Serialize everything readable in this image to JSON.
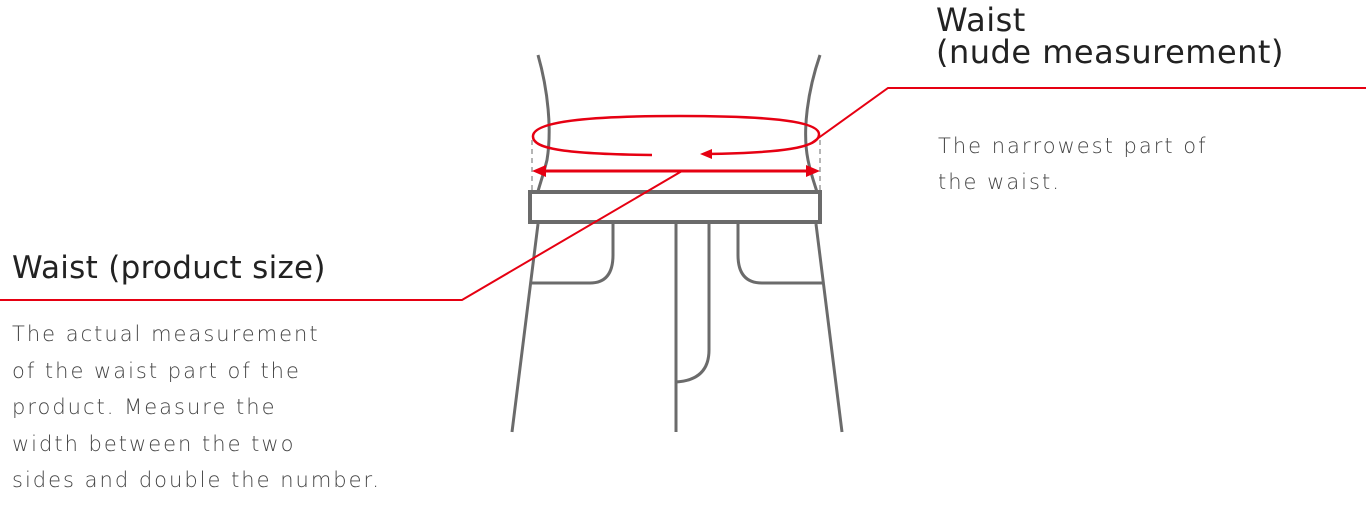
{
  "nude_label": {
    "title_lines": [
      "Waist",
      "(nude measurement)"
    ],
    "description_lines": [
      "The narrowest part of",
      "the waist."
    ]
  },
  "product_label": {
    "title": "Waist (product size)",
    "description_lines": [
      "The actual measurement",
      "of the waist part of the",
      "product. Measure the",
      "width between the two",
      "sides and double the number."
    ]
  },
  "colors": {
    "accent": "#e60012",
    "garment": "#666666",
    "guide": "#b5b5b5",
    "text": "#333333"
  }
}
